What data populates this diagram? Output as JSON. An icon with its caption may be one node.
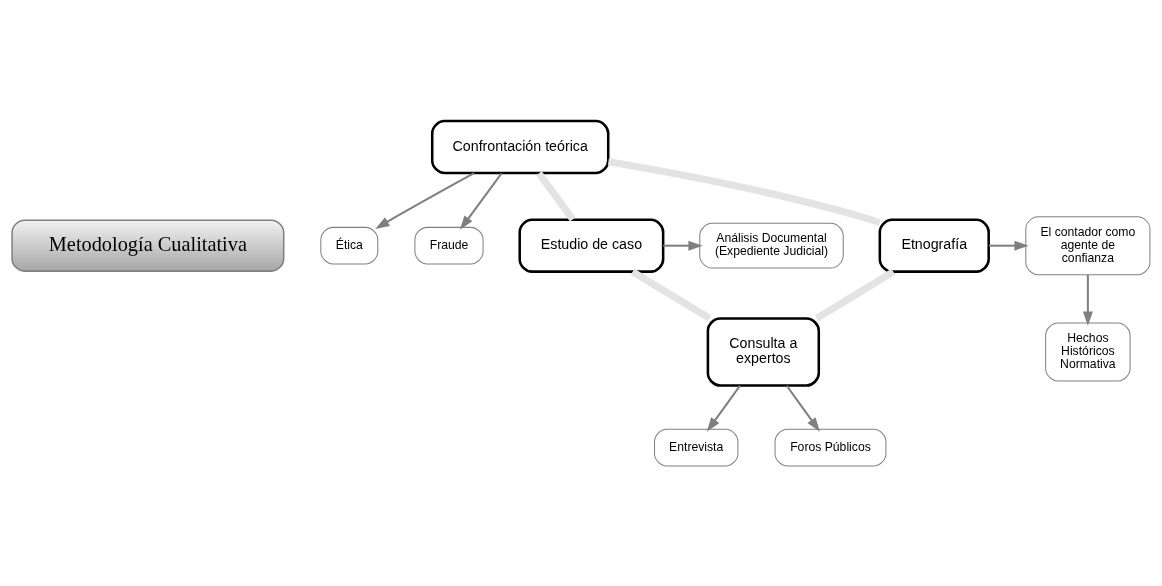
{
  "diagram": {
    "nodes": [
      {
        "text": [
          "Metodología Cualitativa"
        ]
      },
      {
        "text": [
          "Confrontación teórica"
        ]
      },
      {
        "text": [
          "Ética"
        ]
      },
      {
        "text": [
          "Fraude"
        ]
      },
      {
        "text": [
          "Estudio de caso"
        ]
      },
      {
        "text": [
          "Análisis Documental (Expediente Judicial)"
        ]
      },
      {
        "text": [
          "Etnografía"
        ]
      },
      {
        "text": [
          "El contador como agente de confianza"
        ]
      },
      {
        "text": [
          "Hechos Históricos Normativa"
        ]
      },
      {
        "text": [
          "Consulta a expertos"
        ]
      },
      {
        "text": [
          "Entrevista"
        ]
      },
      {
        "text": [
          "Foros Públicos"
        ]
      }
    ],
    "edges": [
      {
        "from": 1,
        "to": 4,
        "arrow": "none",
        "style": "thick",
        "color": "#e3e3e3"
      },
      {
        "from": 1,
        "to": 6,
        "arrow": "none",
        "style": "thick",
        "color": "#e3e3e3"
      },
      {
        "from": 4,
        "to": 9,
        "arrow": "none",
        "style": "thick",
        "color": "#e3e3e3"
      },
      {
        "from": 6,
        "to": 9,
        "arrow": "none",
        "style": "thick",
        "color": "#e3e3e3"
      },
      {
        "from": 1,
        "to": 2,
        "arrow": "to"
      },
      {
        "from": 1,
        "to": 3,
        "arrow": "to"
      },
      {
        "from": 4,
        "to": 5,
        "arrow": "to"
      },
      {
        "from": 6,
        "to": 7,
        "arrow": "to"
      },
      {
        "from": 7,
        "to": 8,
        "arrow": "to"
      },
      {
        "from": 9,
        "to": 10,
        "arrow": "to"
      },
      {
        "from": 9,
        "to": 11,
        "arrow": "to"
      }
    ]
  }
}
